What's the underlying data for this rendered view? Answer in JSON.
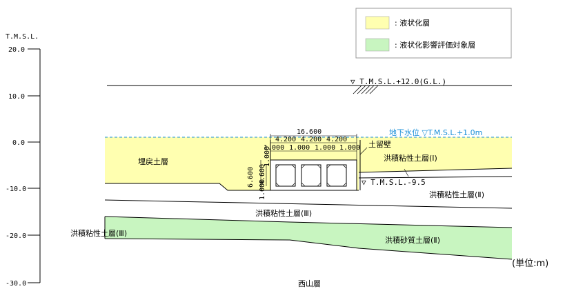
{
  "axis": {
    "title": "T.M.S.L.",
    "ticks": [
      "20.0",
      "10.0",
      "0.0",
      "-10.0",
      "-20.0",
      "-30.0"
    ]
  },
  "legend": {
    "liquefaction": ": 液状化層",
    "influence": ": 液状化影響評価対象層"
  },
  "labels": {
    "ground_level": "▽ T.M.S.L.+12.0(G.L.)",
    "groundwater": "地下水位 ▽T.M.S.L.+1.0m",
    "fill": "埋戻土層",
    "retaining_wall": "土留壁",
    "clay1": "洪積粘性土層(Ⅰ)",
    "clay2": "洪積粘性土層(Ⅱ)",
    "clay3_center": "洪積粘性土層(Ⅲ)",
    "clay3_left": "洪積粘性土層(Ⅲ)",
    "sand2": "洪積砂質土層(Ⅱ)",
    "bottom_level": "▽ T.M.S.L.-9.5",
    "nishiyama": "西山層",
    "unit": "(単位:m)"
  },
  "dims": {
    "total_width": "16.600",
    "bay_width": "4.200",
    "wall_thickness": "1.000",
    "total_height": "6.600",
    "inner_height": "4.600",
    "slab_thickness": "1.000"
  },
  "colors": {
    "liquefaction": "#ffffb0",
    "influence": "#c8f5c0",
    "groundwater": "#1a8fd8"
  }
}
